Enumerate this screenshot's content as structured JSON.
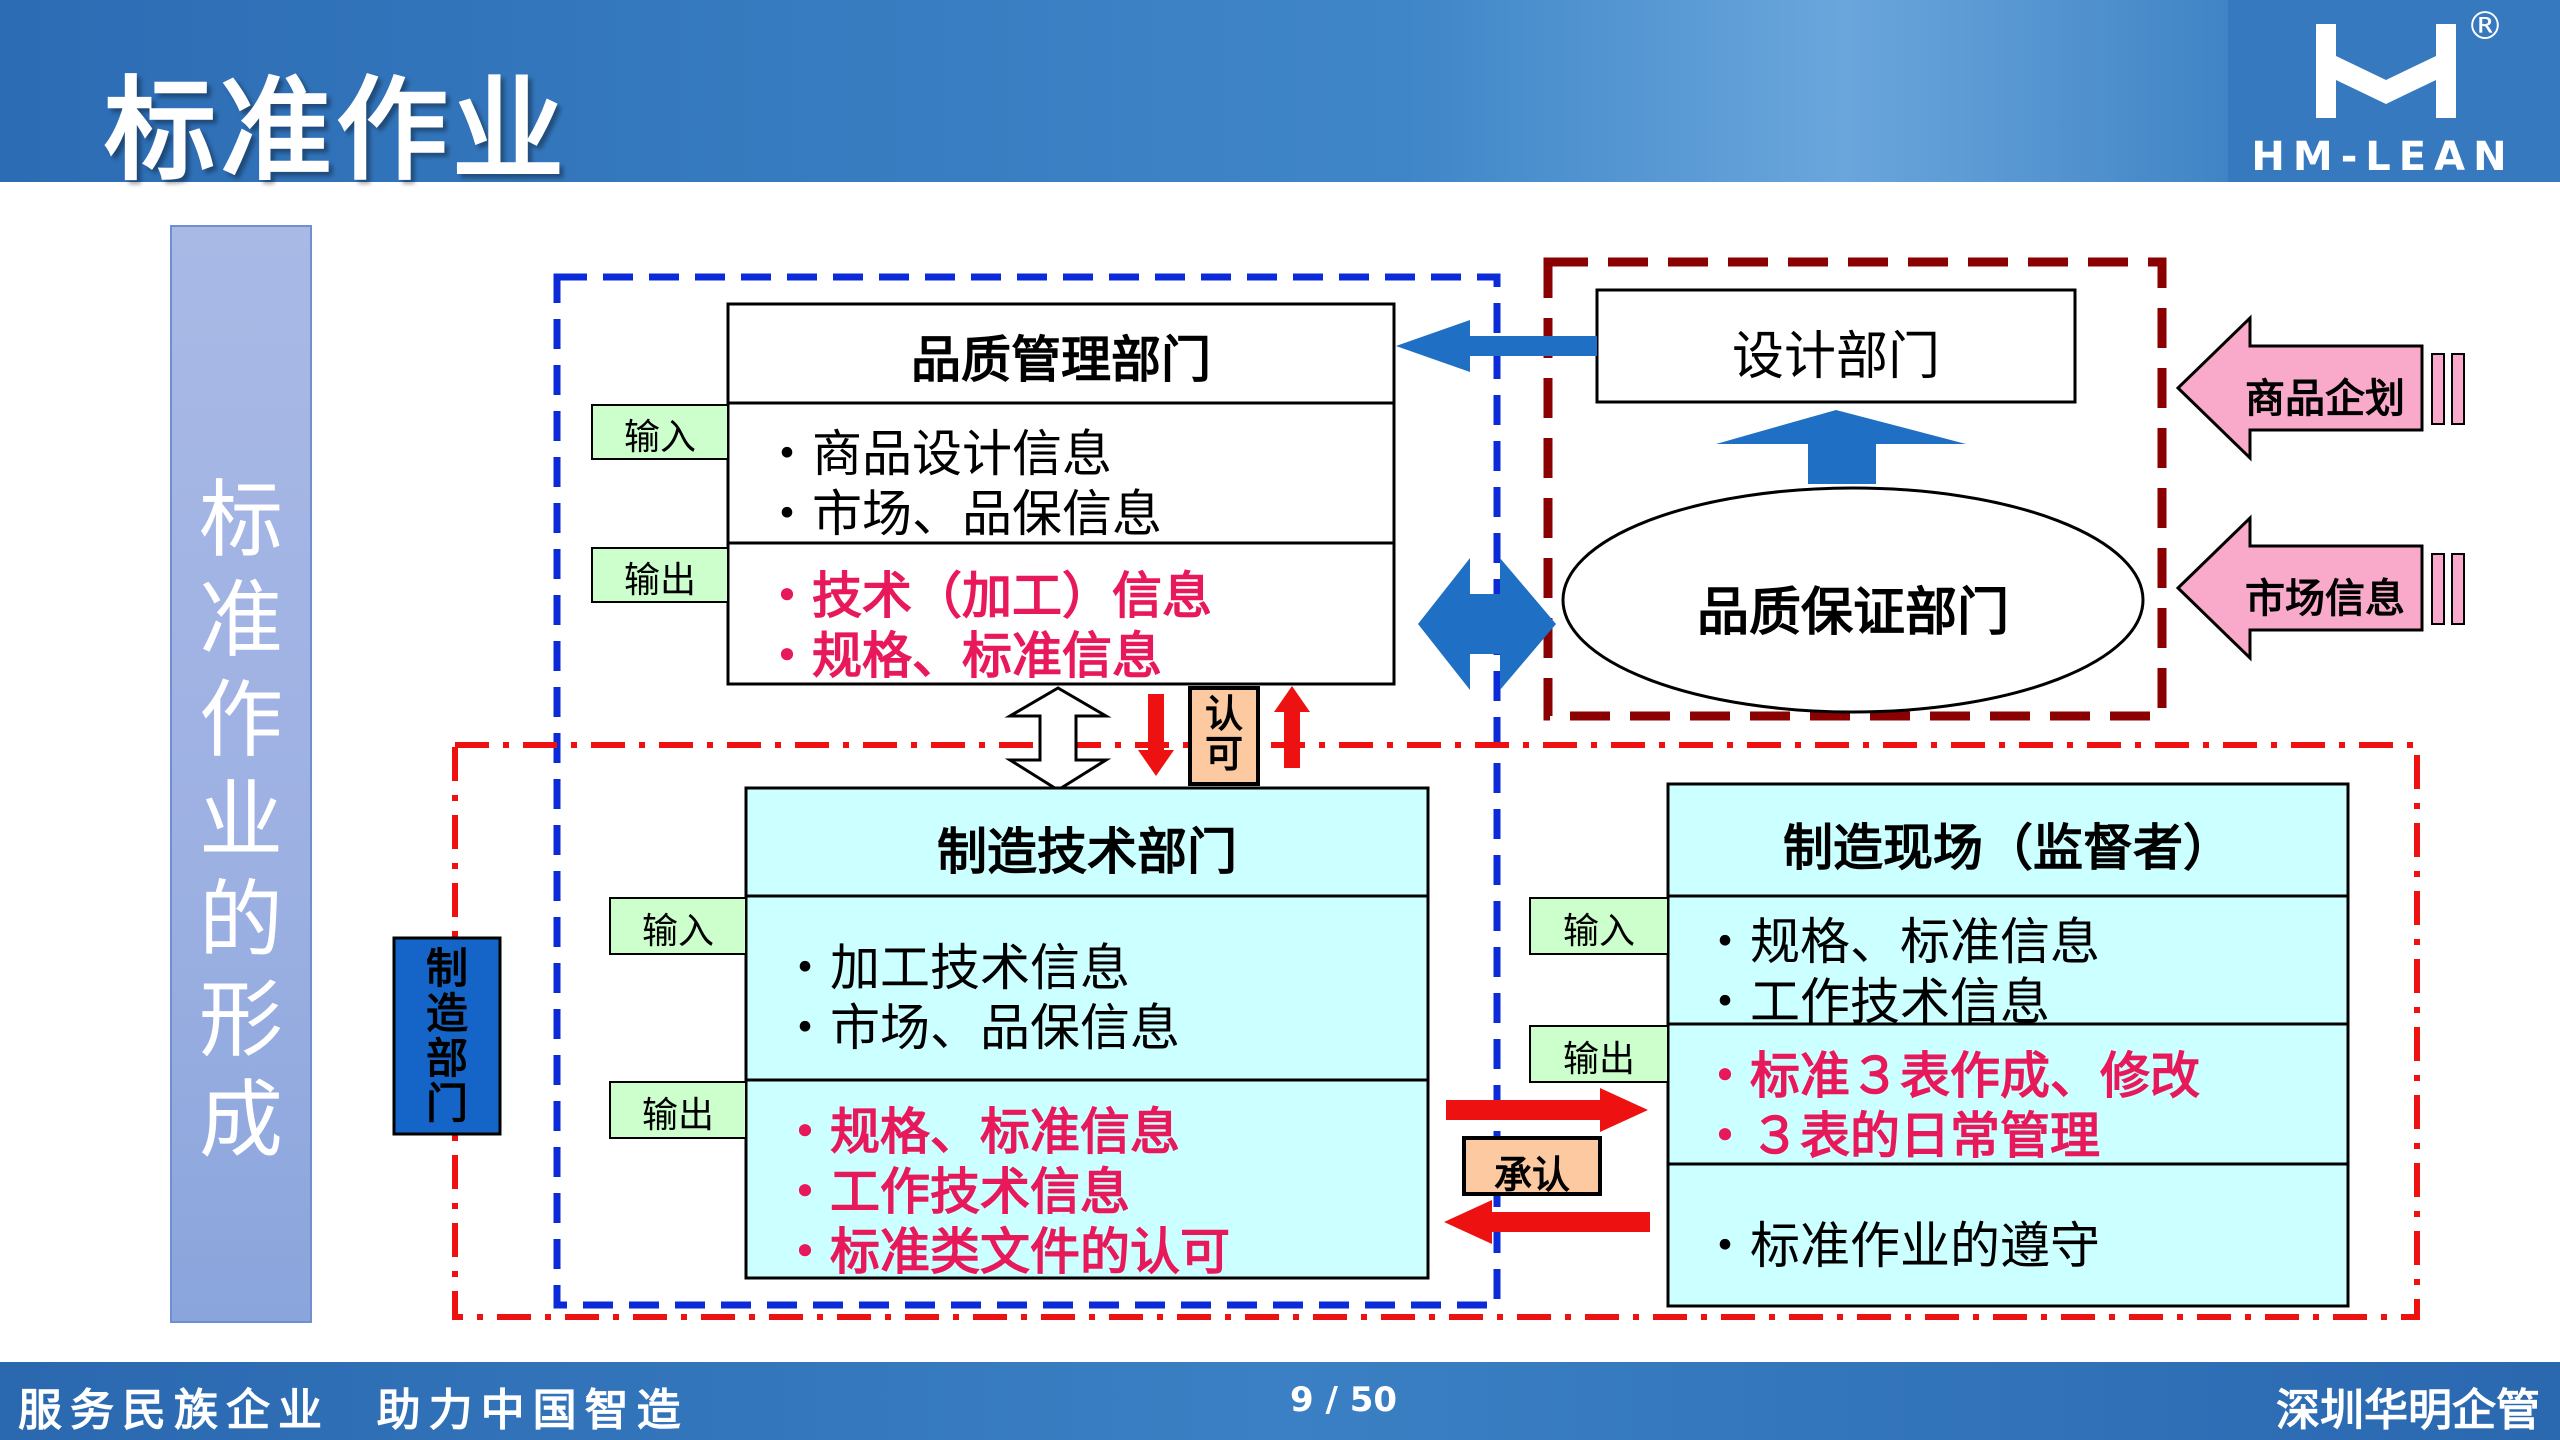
{
  "slide": {
    "title": "标准作业",
    "logo_text": "HM-LEAN",
    "logo_reg": "®",
    "side_title": "标准作业的形成",
    "footer_left": "服务民族企业  助力中国智造",
    "footer_page": "9 / 50",
    "footer_right": "深圳华明企管"
  },
  "diagram": {
    "quality_mgmt": {
      "title": "品质管理部门",
      "input_tag": "输入",
      "output_tag": "输出",
      "inputs": [
        "・商品设计信息",
        "・市场、品保信息"
      ],
      "outputs": [
        "・技术（加工）信息",
        "・规格、标准信息"
      ]
    },
    "design": {
      "title": "设计部门"
    },
    "quality_assurance": {
      "title": "品质保证部门"
    },
    "product_plan": {
      "label": "商品企划"
    },
    "market_info": {
      "label": "市场信息"
    },
    "approval_vertical": "认可",
    "manufacturing_dept_label": "制造部门",
    "mfg_tech": {
      "title": "制造技术部门",
      "input_tag": "输入",
      "output_tag": "输出",
      "inputs": [
        "・加工技术信息",
        "・市场、品保信息"
      ],
      "outputs": [
        "・规格、标准信息",
        "・工作技术信息",
        "・标准类文件的认可"
      ]
    },
    "mfg_site": {
      "title": "制造现场（监督者）",
      "input_tag": "输入",
      "output_tag": "输出",
      "inputs": [
        "・规格、标准信息",
        "・工作技术信息"
      ],
      "outputs": [
        "・标准３表作成、修改",
        "・３表的日常管理"
      ],
      "other": "・标准作业的遵守"
    },
    "approval_horizontal": "承认",
    "colors": {
      "red_text": "#e8195a",
      "blue_arrow": "#1f6fc4",
      "box_cyan": "#ccffff",
      "tag_green": "#ccffcc",
      "pink": "#f9a9c9"
    }
  }
}
